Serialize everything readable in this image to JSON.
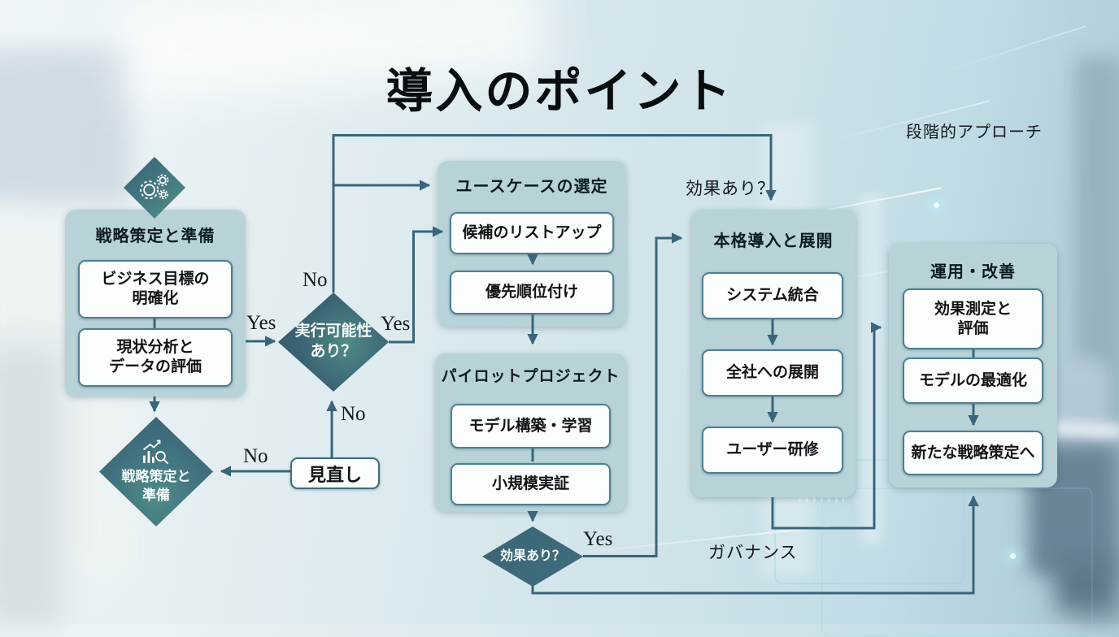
{
  "theme": {
    "line_color": "#3a657a",
    "container_bg": "#b7d3d8",
    "box_border": "#4e7f92",
    "box_bg": "#fcfdfd",
    "diamond_dark": "#355c6e",
    "diamond_teal": "#4f8b87",
    "text_dark": "#14181c",
    "text_light": "#f4fafa"
  },
  "title": "導入のポイント",
  "annotations": {
    "staged_approach": "段階的アプローチ",
    "effect_check_top": "効果あり？",
    "governance": "ガバナンス"
  },
  "edge_labels": {
    "yes_to_feasibility": "Yes",
    "yes_feasibility_right": "Yes",
    "no_feasibility_top": "No",
    "no_review_up": "No",
    "no_review_left": "No",
    "yes_effect_right": "Yes"
  },
  "decisions": {
    "feasibility": "実行可能性\nあり？",
    "effect": "効果あり？",
    "strategy_review": "戦略策定と\n準備"
  },
  "review_box": "見直し",
  "icons": {
    "strategy_diamond": "gears",
    "review_diamond": "chart-magnifier"
  },
  "groups": [
    {
      "title": "戦略策定と準備",
      "items": [
        "ビジネス目標の\n明確化",
        "現状分析と\nデータの評価"
      ]
    },
    {
      "title": "ユースケースの選定",
      "items": [
        "候補のリストアップ",
        "優先順位付け"
      ]
    },
    {
      "title": "パイロットプロジェクト",
      "items": [
        "モデル構築・学習",
        "小規模実証"
      ]
    },
    {
      "title": "本格導入と展開",
      "items": [
        "システム統合",
        "全社への展開",
        "ユーザー研修"
      ]
    },
    {
      "title": "運用・改善",
      "items": [
        "効果測定と\n評価",
        "モデルの最適化",
        "新たな戦略策定へ"
      ]
    }
  ]
}
